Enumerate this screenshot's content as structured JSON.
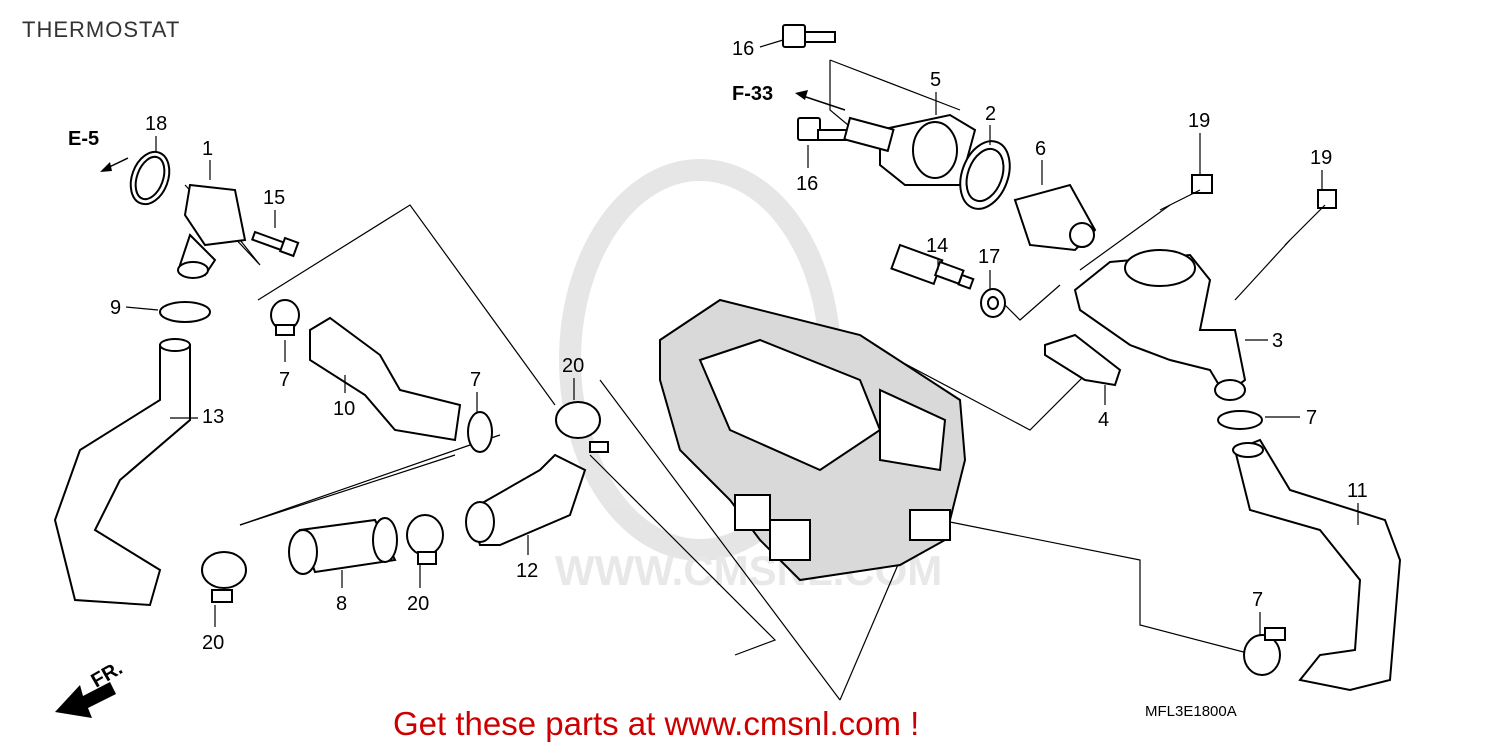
{
  "diagram": {
    "title": "THERMOSTAT",
    "drawing_code": "MFL3E1800A",
    "footer_promo": "Get these parts at www.cmsnl.com !",
    "watermark": "WWW.CMSNL.COM",
    "references": {
      "e5": "E-5",
      "f33": "F-33",
      "front": "FR."
    },
    "callouts": {
      "p1": "1",
      "p2": "2",
      "p3": "3",
      "p4": "4",
      "p5": "5",
      "p6": "6",
      "p7a": "7",
      "p7b": "7",
      "p7c": "7",
      "p7d": "7",
      "p8": "8",
      "p9": "9",
      "p10": "10",
      "p11": "11",
      "p12": "12",
      "p13": "13",
      "p14": "14",
      "p15": "15",
      "p16a": "16",
      "p16b": "16",
      "p17": "17",
      "p18": "18",
      "p19a": "19",
      "p19b": "19",
      "p20a": "20",
      "p20b": "20",
      "p20c": "20"
    }
  }
}
